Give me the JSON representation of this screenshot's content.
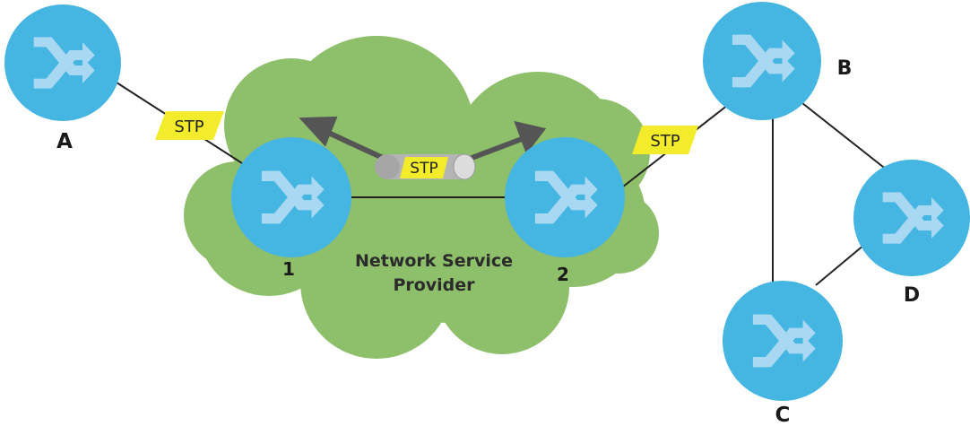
{
  "cloud": {
    "line1": "Network Service",
    "line2": "Provider"
  },
  "nodes": {
    "a": "A",
    "b": "B",
    "c": "C",
    "d": "D",
    "n1": "1",
    "n2": "2"
  },
  "tags": {
    "left": "STP",
    "right": "STP",
    "tunnel": "STP"
  },
  "colors": {
    "switch": "#45b5e2",
    "arrows": "#a8d8f2",
    "cloud": "#8ebf6a",
    "tag": "#f2ec2a",
    "links": "#222222",
    "tunnel": "#b4b4b4",
    "tunnel_arrows": "#555555"
  },
  "icons": {
    "switch": "switch-crossed-arrows-icon"
  }
}
